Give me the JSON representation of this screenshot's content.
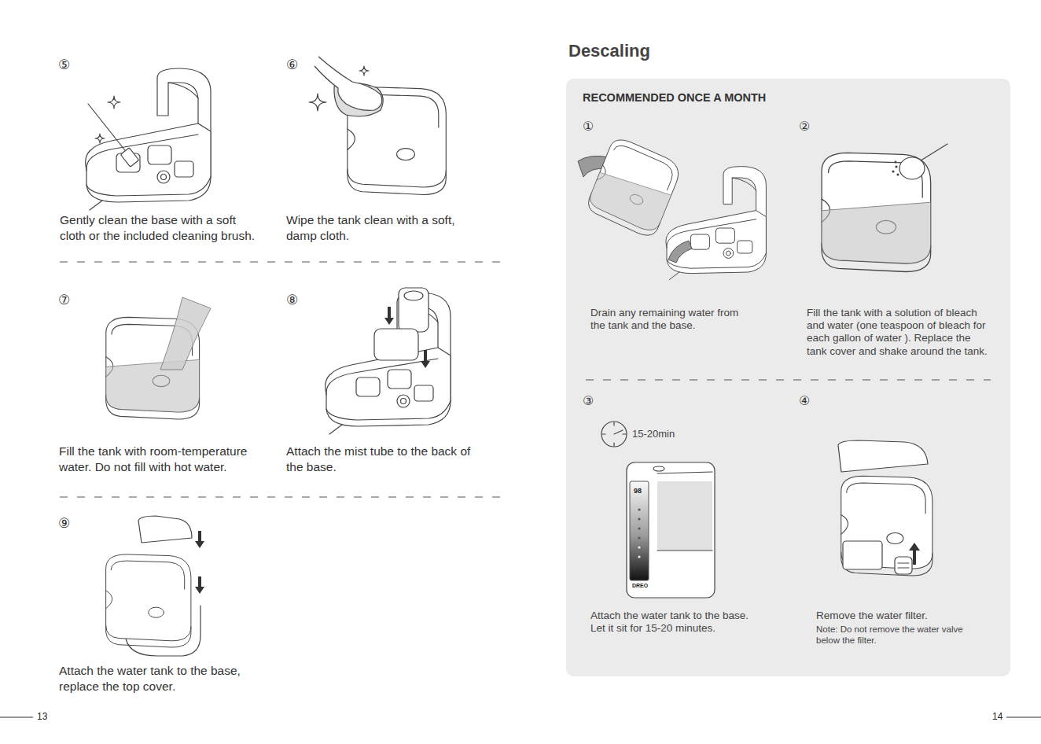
{
  "diagram": {
    "nodes": [
      {
        "text": [
          "Descaling",
          "RECOMMENDED ONCE A MONTH"
        ]
      }
    ],
    "labels": [
      "⑤",
      "Gently clean the base with a soft cloth or the included cleaning brush.",
      "⑥",
      "Wipe the tank clean with a soft, damp cloth.",
      "⑦",
      "Fill the tank with room-temperature water. Do not fill with hot water.",
      "⑧",
      "Attach the mist tube to the back of the base.",
      "⑨",
      "Attach the water tank to the base, replace the top cover.",
      "13",
      "①",
      "Drain any remaining water from the tank and the base.",
      "②",
      "Fill the tank with a solution of bleach and water (one teaspoon of bleach for each gallon of water ). Replace the tank cover and shake around the tank.",
      "③",
      "15-20min",
      "98",
      "DREO",
      "Attach the water tank to the base. Let it sit for 15-20 minutes.",
      "④",
      "Remove the water filter.",
      "Note: Do not remove the water valve below the filter.",
      "14"
    ]
  }
}
